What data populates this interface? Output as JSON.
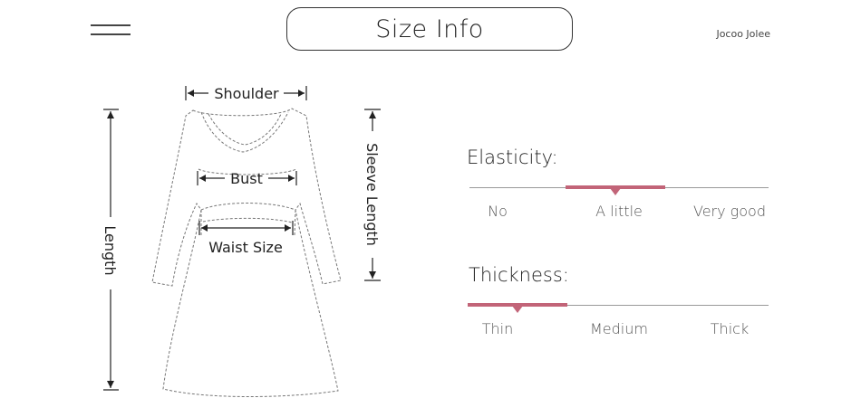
{
  "header": {
    "title": "Size Info",
    "brand": "Jocoo Jolee"
  },
  "diagram": {
    "labels": {
      "shoulder": "Shoulder",
      "bust": "Bust",
      "waist": "Waist Size",
      "length": "Length",
      "sleeve": "Sleeve Length"
    }
  },
  "scales": {
    "elasticity": {
      "title": "Elasticity:",
      "options": [
        "No",
        "A little",
        "Very good"
      ],
      "selected": "A little"
    },
    "thickness": {
      "title": "Thickness:",
      "options": [
        "Thin",
        "Medium",
        "Thick"
      ],
      "selected": "Thin"
    }
  },
  "colors": {
    "accent": "#c26478",
    "text": "#333333"
  },
  "icons": [
    "menu-icon"
  ]
}
